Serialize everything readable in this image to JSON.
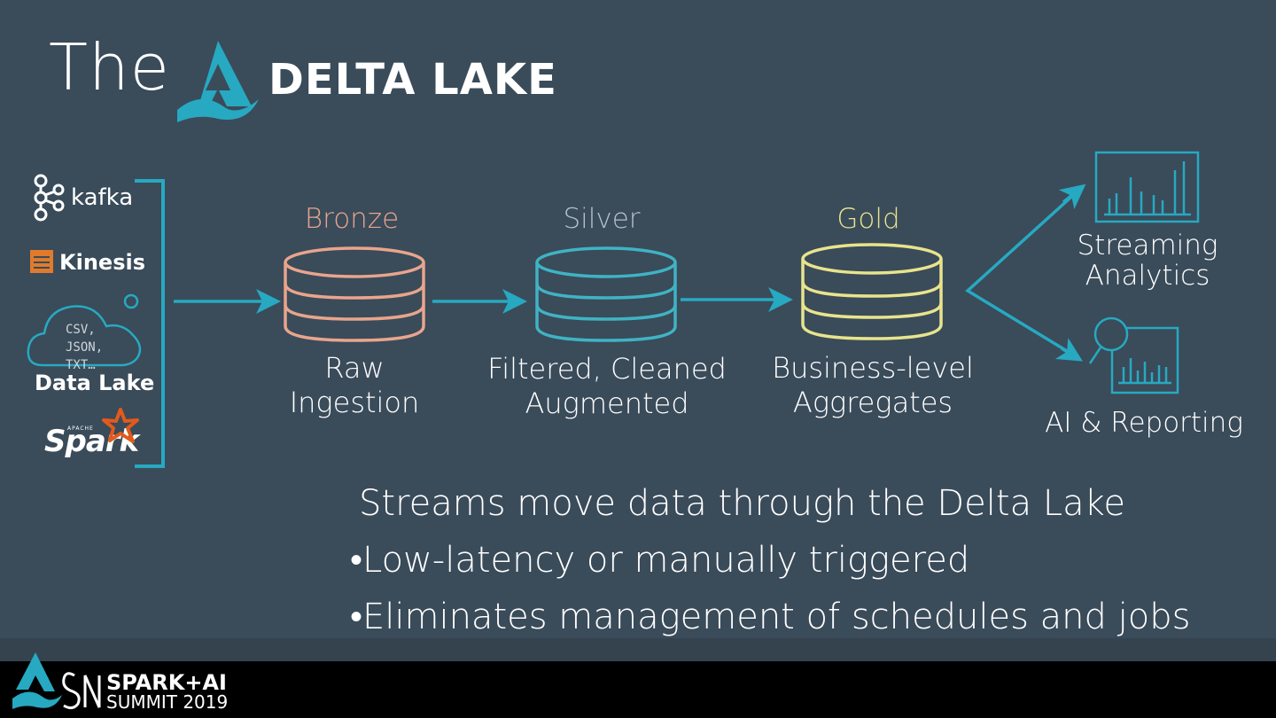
{
  "title": {
    "prefix": "The",
    "brand": "DELTA LAKE"
  },
  "sources": {
    "kafka": "kafka",
    "kinesis": "Kinesis",
    "cloud_text": "CSV,\nJSON,\nTXT…",
    "data_lake": "Data Lake",
    "spark": "Spark",
    "spark_prefix": "APACHE"
  },
  "stages": [
    {
      "label": "Bronze",
      "desc_line1": "Raw",
      "desc_line2": "Ingestion",
      "color": "#e8a58c"
    },
    {
      "label": "Silver",
      "desc_line1": "Filtered, Cleaned",
      "desc_line2": "Augmented",
      "color": "#3fb3c4"
    },
    {
      "label": "Gold",
      "desc_line1": "Business-level",
      "desc_line2": "Aggregates",
      "color": "#e8e48c"
    }
  ],
  "outputs": {
    "streaming_line1": "Streaming",
    "streaming_line2": "Analytics",
    "ai_reporting": "AI & Reporting"
  },
  "bullets": {
    "heading": "Streams move data through the Delta Lake",
    "item1": "•Low-latency or manually triggered",
    "item2": "•Eliminates management of schedules and  jobs"
  },
  "footer": {
    "line1": "SPARK+AI",
    "line2": "SUMMIT 2019"
  },
  "colors": {
    "background": "#3a4b5a",
    "accent": "#27a9c1",
    "bronze": "#e8a58c",
    "silver": "#3fb3c4",
    "gold": "#e8e48c",
    "spark_orange": "#e25a1c",
    "kinesis_orange": "#e07b2c"
  }
}
